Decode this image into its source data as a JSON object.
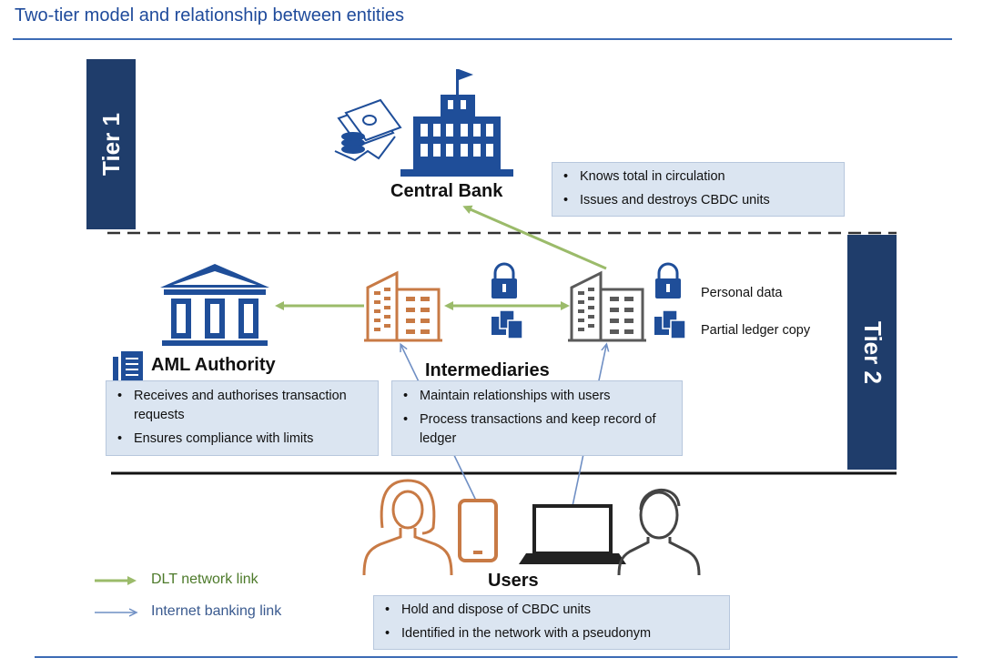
{
  "title": "Two-tier model and relationship between entities",
  "tiers": {
    "tier1": "Tier 1",
    "tier2": "Tier 2"
  },
  "central_bank": {
    "label": "Central Bank",
    "bullets": [
      "Knows total in circulation",
      "Issues and destroys CBDC units"
    ]
  },
  "aml": {
    "label": "AML Authority",
    "bullets": [
      "Receives and authorises transaction requests",
      "Ensures compliance with limits"
    ]
  },
  "intermediaries": {
    "label": "Intermediaries",
    "bullets": [
      "Maintain relationships with users",
      "Process transactions and keep record of ledger"
    ],
    "side_labels": [
      "Personal data",
      "Partial ledger copy"
    ]
  },
  "users": {
    "label": "Users",
    "bullets": [
      "Hold and dispose of CBDC units",
      "Identified in the network with a pseudonym"
    ]
  },
  "legend": {
    "dlt": "DLT network link",
    "internet": "Internet banking link"
  },
  "colors": {
    "title_blue": "#1e4a9b",
    "tier_navy": "#1f3d6b",
    "box_fill": "#dbe5f1",
    "dlt_green": "#9bbb6a",
    "internet_blue": "#6f8fc4",
    "intermediary_orange": "#c87a45",
    "intermediary_gray": "#5a5a5a",
    "icon_navy": "#1f4e99"
  },
  "icons": [
    "central-bank-building-icon",
    "money-stack-icon",
    "aml-authority-building-icon",
    "document-icon",
    "intermediary-building-icon",
    "lock-icon",
    "copies-icon",
    "user-female-icon",
    "smartphone-icon",
    "laptop-icon",
    "user-male-icon"
  ]
}
